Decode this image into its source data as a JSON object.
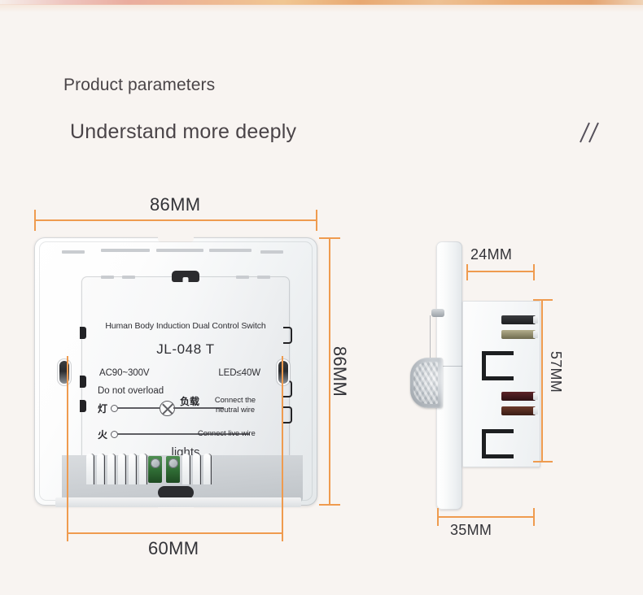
{
  "header": {
    "title_small": "Product parameters",
    "title_large": "Understand more deeply",
    "slash_mark": "//"
  },
  "colors": {
    "background": "#f8f4f1",
    "dimension_line": "#ef9b4f",
    "text_dark": "#333338",
    "header_text": "#4a4548",
    "terminal_green": "#2f6b34"
  },
  "dimensions": {
    "front_width": "86MM",
    "front_height": "86MM",
    "front_mount_width": "60MM",
    "side_faceplate_depth": "24MM",
    "side_body_height": "57MM",
    "side_total_depth": "35MM"
  },
  "product_label": {
    "product_name": "Human Body Induction Dual Control Switch",
    "model": "JL-048 T",
    "voltage": "AC90~300V",
    "led_rating": "LED≤40W",
    "warning": "Do not overload",
    "lights_label": "lights"
  },
  "wiring_diagram": {
    "lamp_char": "灯",
    "live_char": "火",
    "load_char": "负载",
    "neutral_note": "Connect the neutral wire",
    "live_note": "Connect live wire"
  },
  "views": {
    "front_view_name": "front-view",
    "side_view_name": "side-view"
  }
}
